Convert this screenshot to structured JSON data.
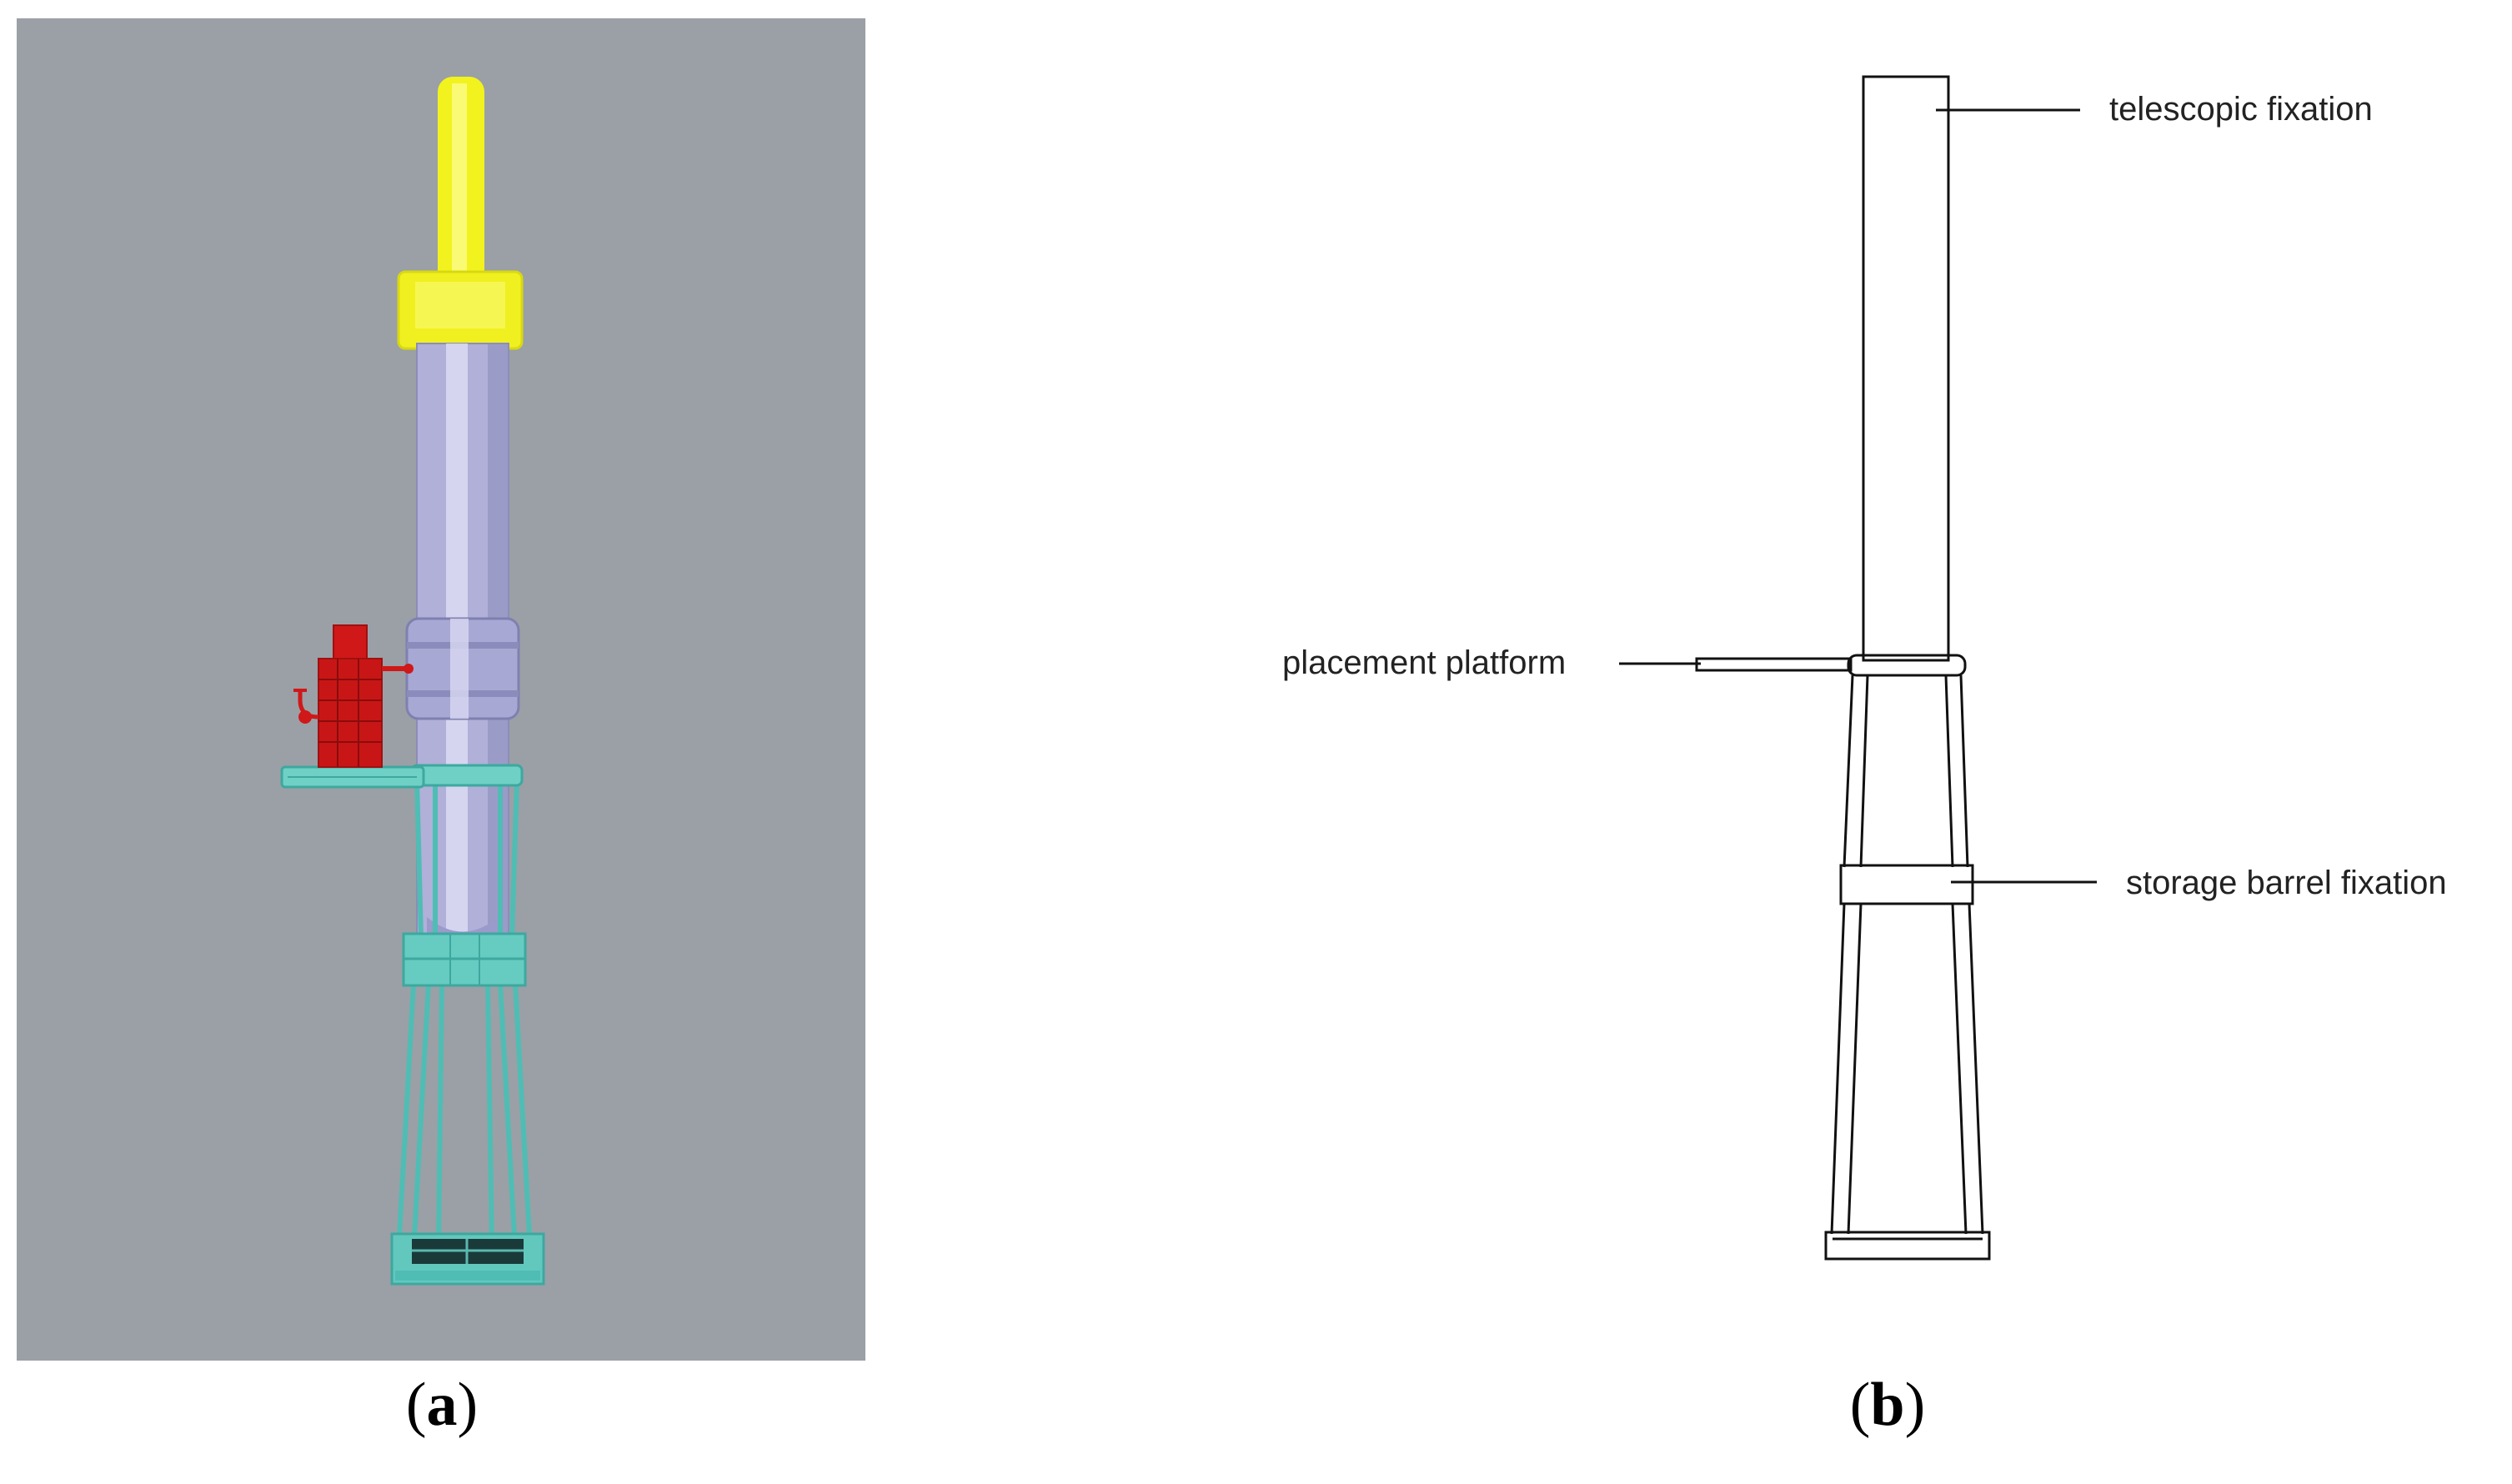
{
  "panels": [
    {
      "id": "a",
      "caption_open": "(",
      "caption_letter": "a",
      "caption_close": ")",
      "kind": "3d-render",
      "background_color": "#9aa0a6",
      "component_colors": {
        "telescopic_rod": "#f5f53a",
        "storage_barrel": "#b4b4dc",
        "hydraulic_jack": "#d42020",
        "frame": "#5ec8c0"
      }
    },
    {
      "id": "b",
      "caption_open": "(",
      "caption_letter": "b",
      "caption_close": ")",
      "kind": "line-drawing",
      "labels": {
        "telescopic_fixation": "telescopic fixation",
        "placement_platform": "placement platform",
        "storage_barrel_fixation": "storage barrel fixation"
      }
    }
  ]
}
